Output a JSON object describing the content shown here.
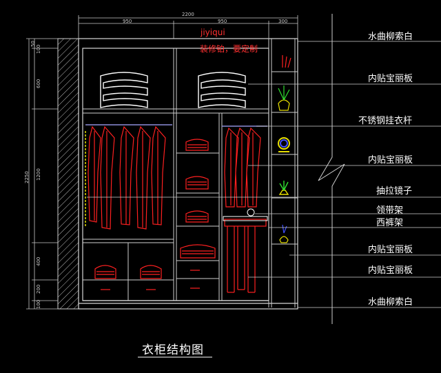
{
  "title": "衣柜结构图",
  "watermark": {
    "line1": "jiyiqui",
    "line2": "装修铂，要定制"
  },
  "dimensions": {
    "total_width": "2200",
    "left_width": "950",
    "mid_width": "950",
    "right_width": "300",
    "total_height": "2250",
    "h_top_a": "50",
    "h_top_b": "100",
    "h_upper": "600",
    "h_hang": "1200",
    "h_drawer": "400",
    "h_lower": "200",
    "h_base": "100"
  },
  "callouts": [
    "水曲柳索白",
    "内贴宝丽板",
    "不锈钢挂衣杆",
    "内贴宝丽板",
    "抽拉镜子",
    "领带架",
    "西裤架",
    "内贴宝丽板",
    "内贴宝丽板",
    "水曲柳索白"
  ],
  "colors": {
    "structure": "#ffffff",
    "frame": "#8e8ed8",
    "clothing": "#ff2020",
    "decor_yellow": "#e8e000",
    "decor_blue": "#4050ff",
    "decor_green": "#30e030",
    "dimension": "#c9c9c9"
  }
}
